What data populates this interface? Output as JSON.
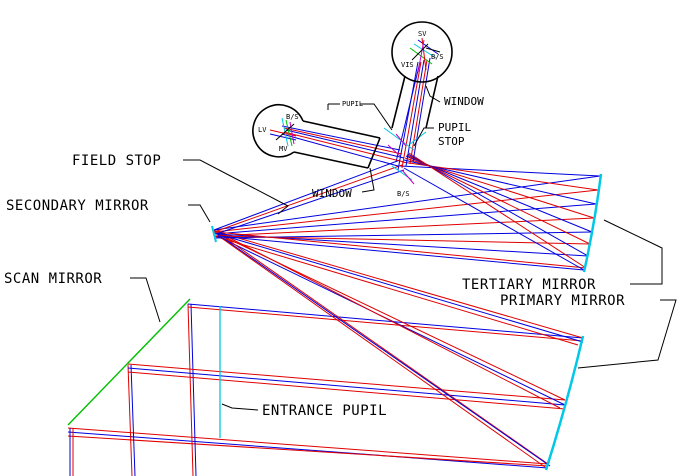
{
  "labels": {
    "field_stop": "FIELD STOP",
    "secondary_mirror": "SECONDARY MIRROR",
    "scan_mirror": "SCAN MIRROR",
    "entrance_pupil": "ENTRANCE PUPIL",
    "tertiary_mirror": "TERTIARY MIRROR",
    "primary_mirror": "PRIMARY MIRROR",
    "window_upper": "WINDOW",
    "window_lower": "WINDOW",
    "pupil_stop_line1": "PUPIL",
    "pupil_stop_line2": "STOP",
    "pupil": "PUPIL",
    "sv": "SV",
    "lv": "LV",
    "mv": "MV",
    "vis": "VIS",
    "bs_top": "B/S",
    "bs_left": "B/S",
    "bs_bottom": "B/S"
  },
  "colors": {
    "ray_red": "#e00000",
    "ray_blue": "#0000e0",
    "mirror_cyan": "#00c8e6",
    "scan_green": "#00c000",
    "ink": "#000000",
    "pupil_magenta": "#c000c0"
  }
}
